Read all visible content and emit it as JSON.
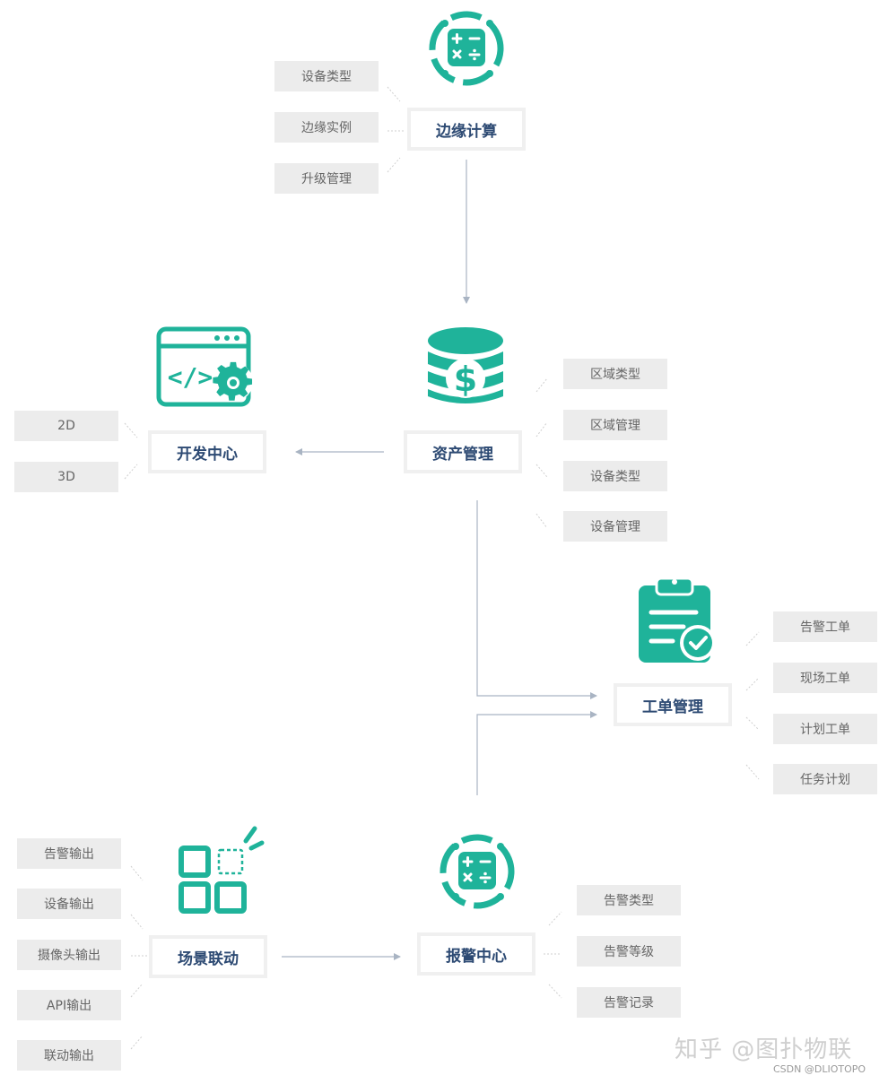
{
  "nodes": {
    "edge_compute": "边缘计算",
    "asset_mgmt": "资产管理",
    "dev_center": "开发中心",
    "work_order": "工单管理",
    "scene_link": "场景联动",
    "alarm_center": "报警中心"
  },
  "edge_compute_tags": [
    "设备类型",
    "边缘实例",
    "升级管理"
  ],
  "asset_mgmt_tags": [
    "区域类型",
    "区域管理",
    "设备类型",
    "设备管理"
  ],
  "dev_center_tags": [
    "2D",
    "3D"
  ],
  "work_order_tags": [
    "告警工单",
    "现场工单",
    "计划工单",
    "任务计划"
  ],
  "scene_link_tags": [
    "告警输出",
    "设备输出",
    "摄像头输出",
    "API输出",
    "联动输出"
  ],
  "alarm_center_tags": [
    "告警类型",
    "告警等级",
    "告警记录"
  ],
  "watermark": "知乎 @图扑物联",
  "source": "CSDN @DLIOTOPO",
  "colors": {
    "accent": "#1fb39a",
    "node_text": "#2d4a73",
    "arrow": "#a9b4c3"
  },
  "icons": {
    "edge_compute": "calculator-icon",
    "asset_mgmt": "database-dollar-icon",
    "dev_center": "code-settings-icon",
    "work_order": "clipboard-check-icon",
    "scene_link": "grid-apps-icon",
    "alarm_center": "calculator-icon"
  }
}
